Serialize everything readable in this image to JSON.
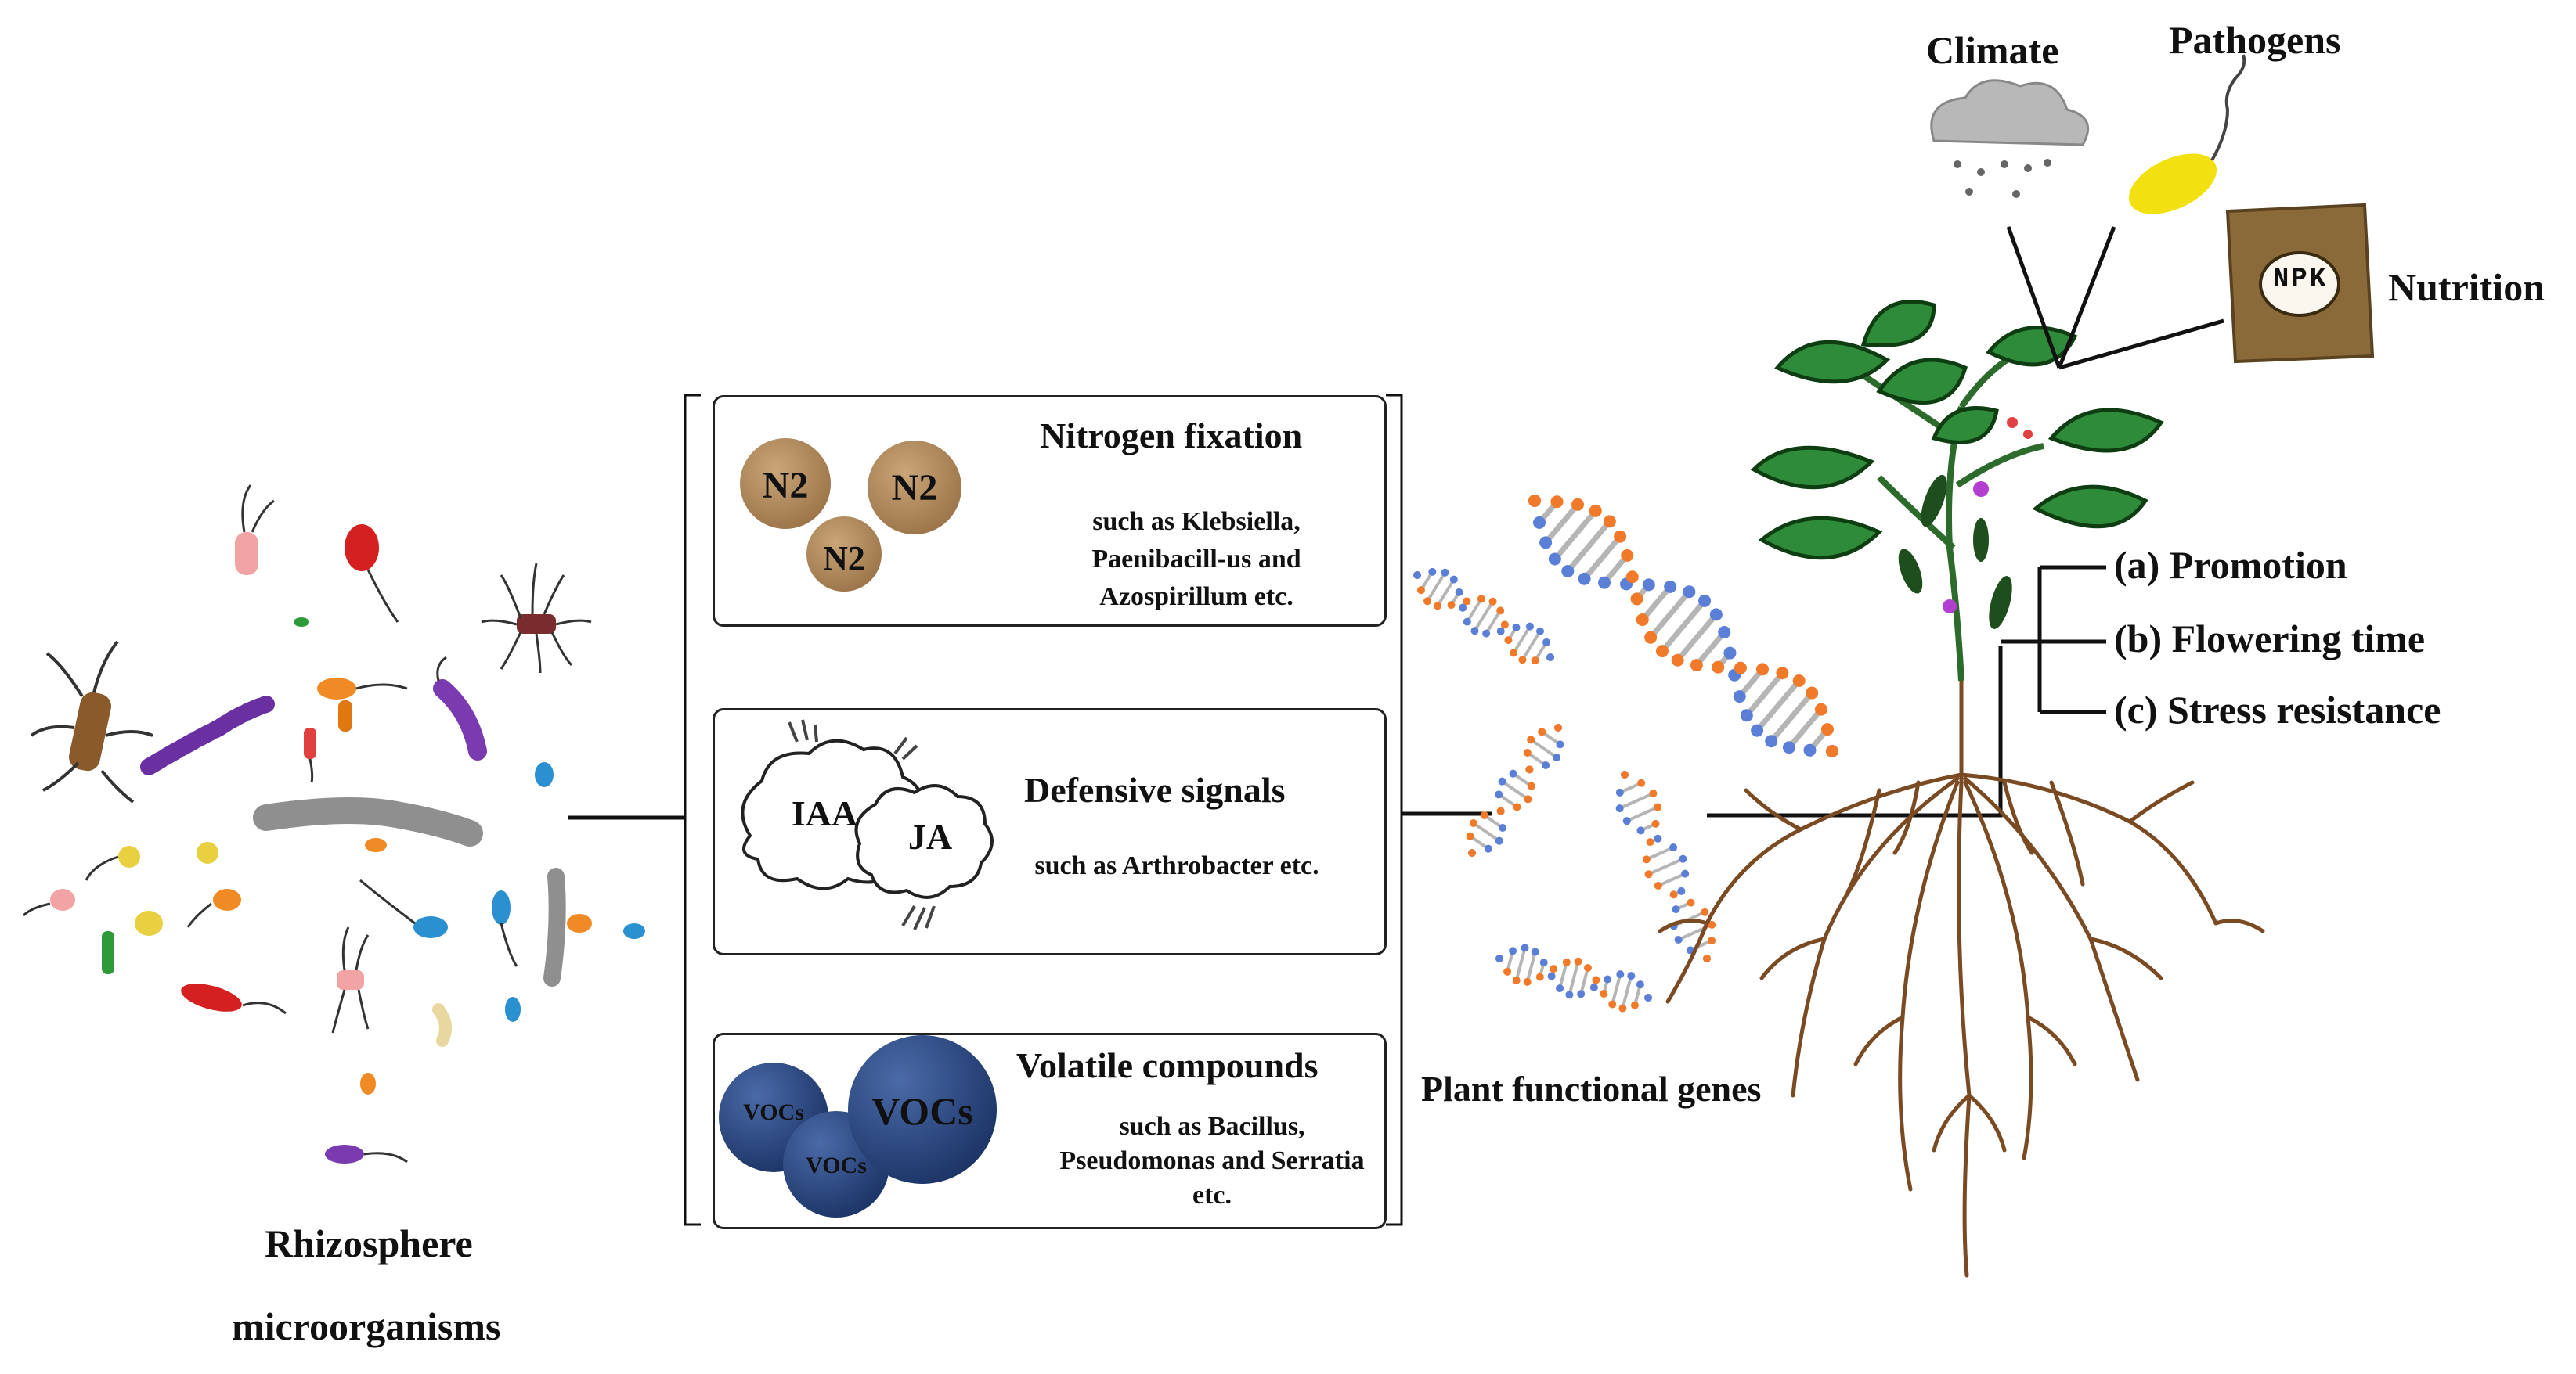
{
  "left": {
    "label_line1": "Rhizosphere",
    "label_line2": "microorganisms"
  },
  "boxes": [
    {
      "title": "Nitrogen fixation",
      "subtitle": "such as Klebsiella, Paenibacill-us and Azospirillum etc.",
      "molecules": [
        "N2",
        "N2",
        "N2"
      ],
      "color": "#b08a5c"
    },
    {
      "title": "Defensive signals",
      "subtitle": "such as Arthrobacter etc.",
      "molecules": [
        "IAA",
        "JA"
      ]
    },
    {
      "title": "Volatile compounds",
      "subtitle": "such as Bacillus, Pseudomonas and Serratia etc.",
      "molecules": [
        "VOCs",
        "VOCs",
        "VOCs"
      ],
      "color": "#27457c"
    }
  ],
  "genes": {
    "label": "Plant functional genes"
  },
  "factors": {
    "climate": "Climate",
    "pathogens": "Pathogens",
    "nutrition": "Nutrition",
    "bag_text": "NPK"
  },
  "effects": [
    {
      "prefix": "(a)",
      "text": "Promotion"
    },
    {
      "prefix": "(b)",
      "text": "Flowering time"
    },
    {
      "prefix": "(c)",
      "text": "Stress resistance"
    }
  ]
}
